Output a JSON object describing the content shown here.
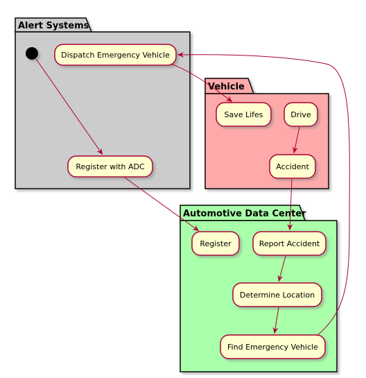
{
  "colors": {
    "alert_bg": "#cccccc",
    "vehicle_bg": "#ffaaaa",
    "adc_bg": "#aaffaa",
    "activity_fill": "#fefece",
    "activity_border": "#a80036",
    "arrow": "#a80036",
    "shadow": "#aaaaaa"
  },
  "packages": {
    "alert": {
      "title": "Alert Systems"
    },
    "vehicle": {
      "title": "Vehicle"
    },
    "adc": {
      "title": "Automotive Data Center"
    }
  },
  "activities": {
    "dispatch": "Dispatch Emergency Vehicle",
    "register_adc": "Register with ADC",
    "save_lifes": "Save Lifes",
    "drive": "Drive",
    "accident": "Accident",
    "register": "Register",
    "report_accident": "Report Accident",
    "determine_location": "Determine Location",
    "find_vehicle": "Find Emergency Vehicle"
  },
  "flows": [
    {
      "from": "start",
      "to": "register_adc"
    },
    {
      "from": "register_adc",
      "to": "register"
    },
    {
      "from": "dispatch",
      "to": "save_lifes"
    },
    {
      "from": "drive",
      "to": "accident"
    },
    {
      "from": "accident",
      "to": "report_accident"
    },
    {
      "from": "report_accident",
      "to": "determine_location"
    },
    {
      "from": "determine_location",
      "to": "find_vehicle"
    },
    {
      "from": "find_vehicle",
      "to": "dispatch"
    }
  ]
}
